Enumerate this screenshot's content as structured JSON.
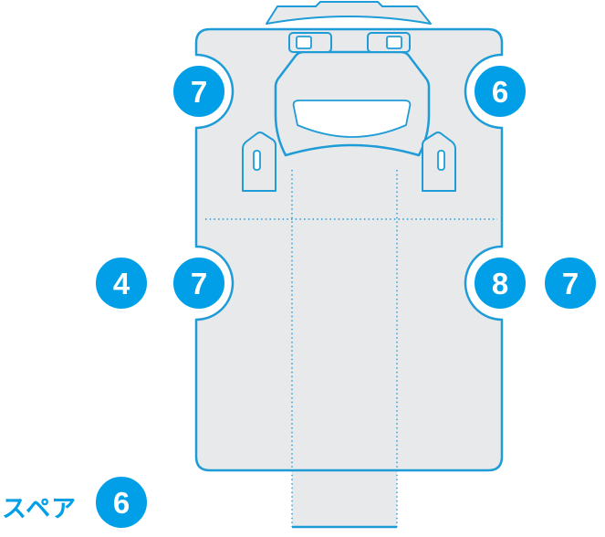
{
  "diagram": {
    "spare_label": "スペア",
    "markers": [
      {
        "id": "front-left-tire",
        "value": "7"
      },
      {
        "id": "front-right-tire",
        "value": "6"
      },
      {
        "id": "left-outer",
        "value": "4"
      },
      {
        "id": "rear-left-tire",
        "value": "7"
      },
      {
        "id": "rear-right-tire",
        "value": "8"
      },
      {
        "id": "right-outer",
        "value": "7"
      },
      {
        "id": "spare-tire",
        "value": "6"
      }
    ],
    "colors": {
      "accent": "#009FE8",
      "outline": "#1E9CD7",
      "body_fill": "#E8E9EA"
    }
  }
}
